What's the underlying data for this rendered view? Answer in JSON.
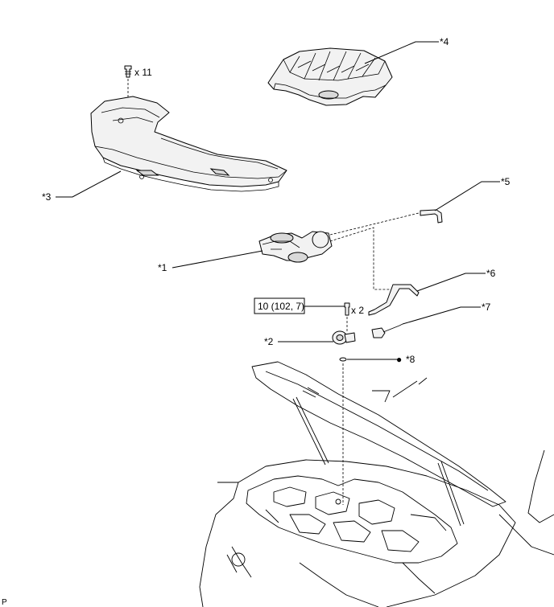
{
  "labels": {
    "part1": "*1",
    "part2": "*2",
    "part3": "*3",
    "part4": "*4",
    "part5": "*5",
    "part6": "*6",
    "part7": "*7",
    "part8": "*8"
  },
  "quantities": {
    "clip_count": "x 11",
    "bolt_count": "x 2"
  },
  "torque_spec": "10 (102, 7)",
  "non_reusable_mark": "●",
  "corner_letter": "P"
}
